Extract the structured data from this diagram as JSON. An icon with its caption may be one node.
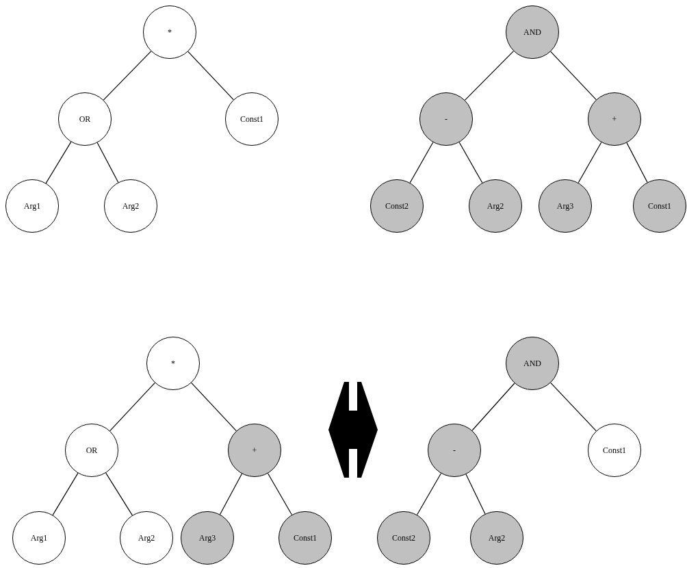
{
  "diagram": {
    "nodes": [
      {
        "text": [
          "*"
        ]
      },
      {
        "text": [
          "OR"
        ]
      },
      {
        "text": [
          "Const1"
        ]
      },
      {
        "text": [
          "Arg1"
        ]
      },
      {
        "text": [
          "Arg2"
        ]
      },
      {
        "text": [
          "AND"
        ]
      },
      {
        "text": [
          "-"
        ]
      },
      {
        "text": [
          "+"
        ]
      },
      {
        "text": [
          "Const2"
        ]
      },
      {
        "text": [
          "Arg2"
        ]
      },
      {
        "text": [
          "Arg3"
        ]
      },
      {
        "text": [
          "Const1"
        ]
      },
      {
        "text": [
          "*"
        ]
      },
      {
        "text": [
          "OR"
        ]
      },
      {
        "text": [
          "+"
        ]
      },
      {
        "text": [
          "Arg1"
        ]
      },
      {
        "text": [
          "Arg2"
        ]
      },
      {
        "text": [
          "Arg3"
        ]
      },
      {
        "text": [
          "Const1"
        ]
      },
      {
        "text": [
          "AND"
        ]
      },
      {
        "text": [
          "-"
        ]
      },
      {
        "text": [
          "Const1"
        ]
      },
      {
        "text": [
          "Const2"
        ]
      },
      {
        "text": [
          "Arg2"
        ]
      }
    ],
    "edges": [
      {
        "from": 0,
        "to": 1,
        "arrow": "none"
      },
      {
        "from": 0,
        "to": 2,
        "arrow": "none"
      },
      {
        "from": 1,
        "to": 3,
        "arrow": "none"
      },
      {
        "from": 1,
        "to": 4,
        "arrow": "none"
      },
      {
        "from": 5,
        "to": 6,
        "arrow": "none"
      },
      {
        "from": 5,
        "to": 7,
        "arrow": "none"
      },
      {
        "from": 6,
        "to": 8,
        "arrow": "none"
      },
      {
        "from": 6,
        "to": 9,
        "arrow": "none"
      },
      {
        "from": 7,
        "to": 10,
        "arrow": "none"
      },
      {
        "from": 7,
        "to": 11,
        "arrow": "none"
      },
      {
        "from": 12,
        "to": 13,
        "arrow": "none"
      },
      {
        "from": 12,
        "to": 14,
        "arrow": "none"
      },
      {
        "from": 13,
        "to": 15,
        "arrow": "none"
      },
      {
        "from": 13,
        "to": 16,
        "arrow": "none"
      },
      {
        "from": 14,
        "to": 17,
        "arrow": "none"
      },
      {
        "from": 14,
        "to": 18,
        "arrow": "none"
      },
      {
        "from": 19,
        "to": 20,
        "arrow": "none"
      },
      {
        "from": 19,
        "to": 21,
        "arrow": "none"
      },
      {
        "from": 20,
        "to": 22,
        "arrow": "none"
      },
      {
        "from": 20,
        "to": 23,
        "arrow": "none"
      }
    ]
  }
}
